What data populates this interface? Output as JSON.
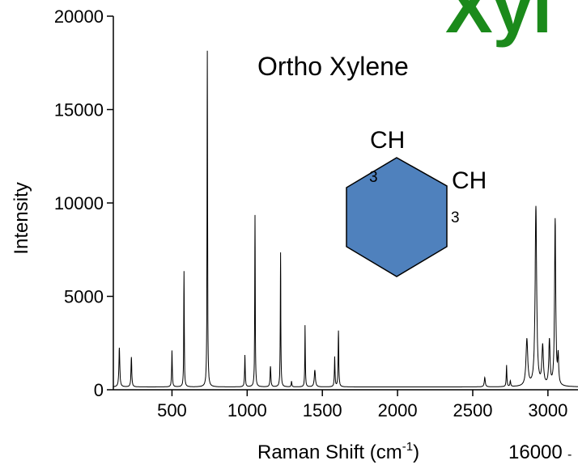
{
  "chart_data": {
    "type": "line",
    "title": "Ortho Xylene",
    "header_text": "Xyl",
    "xlabel_main": "Raman Shift (cm",
    "xlabel_sup": "-1",
    "xlabel_close": ")",
    "ylabel": "Intensity",
    "xlim": [
      110,
      3200
    ],
    "ylim": [
      0,
      20000
    ],
    "xticks": [
      500,
      1000,
      1500,
      2000,
      2500,
      3000
    ],
    "yticks": [
      0,
      5000,
      10000,
      15000,
      20000
    ],
    "grid": false,
    "footer_text": "16000",
    "footer_dash": "-",
    "molecule_labels": {
      "ch_top": "CH",
      "sub_top": "3",
      "ch_right": "CH",
      "sub_right": "3"
    },
    "baseline": 150,
    "peaks": [
      {
        "x": 150,
        "y": 2100,
        "w": 7
      },
      {
        "x": 230,
        "y": 1600,
        "w": 6
      },
      {
        "x": 500,
        "y": 1950,
        "w": 5
      },
      {
        "x": 580,
        "y": 6200,
        "w": 4
      },
      {
        "x": 735,
        "y": 18000,
        "w": 4
      },
      {
        "x": 985,
        "y": 1700,
        "w": 5
      },
      {
        "x": 1052,
        "y": 9200,
        "w": 4
      },
      {
        "x": 1155,
        "y": 1100,
        "w": 6
      },
      {
        "x": 1222,
        "y": 7200,
        "w": 4
      },
      {
        "x": 1295,
        "y": 300,
        "w": 5
      },
      {
        "x": 1385,
        "y": 3300,
        "w": 4
      },
      {
        "x": 1450,
        "y": 900,
        "w": 9
      },
      {
        "x": 1582,
        "y": 1600,
        "w": 5
      },
      {
        "x": 1607,
        "y": 3000,
        "w": 5
      },
      {
        "x": 2580,
        "y": 500,
        "w": 8
      },
      {
        "x": 2725,
        "y": 1150,
        "w": 5
      },
      {
        "x": 2750,
        "y": 300,
        "w": 6
      },
      {
        "x": 2860,
        "y": 2500,
        "w": 14
      },
      {
        "x": 2920,
        "y": 9600,
        "w": 12
      },
      {
        "x": 2965,
        "y": 2100,
        "w": 12
      },
      {
        "x": 3010,
        "y": 2400,
        "w": 10
      },
      {
        "x": 3048,
        "y": 8900,
        "w": 9
      },
      {
        "x": 3068,
        "y": 1500,
        "w": 8
      }
    ]
  }
}
